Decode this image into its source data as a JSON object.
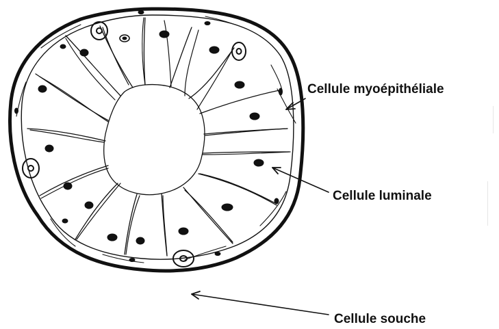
{
  "labels": {
    "myoepithelial": "Cellule myoépithéliale",
    "luminal": "Cellule luminale",
    "stem": "Cellule souche"
  },
  "colors": {
    "ink": "#111111",
    "background": "#ffffff"
  }
}
